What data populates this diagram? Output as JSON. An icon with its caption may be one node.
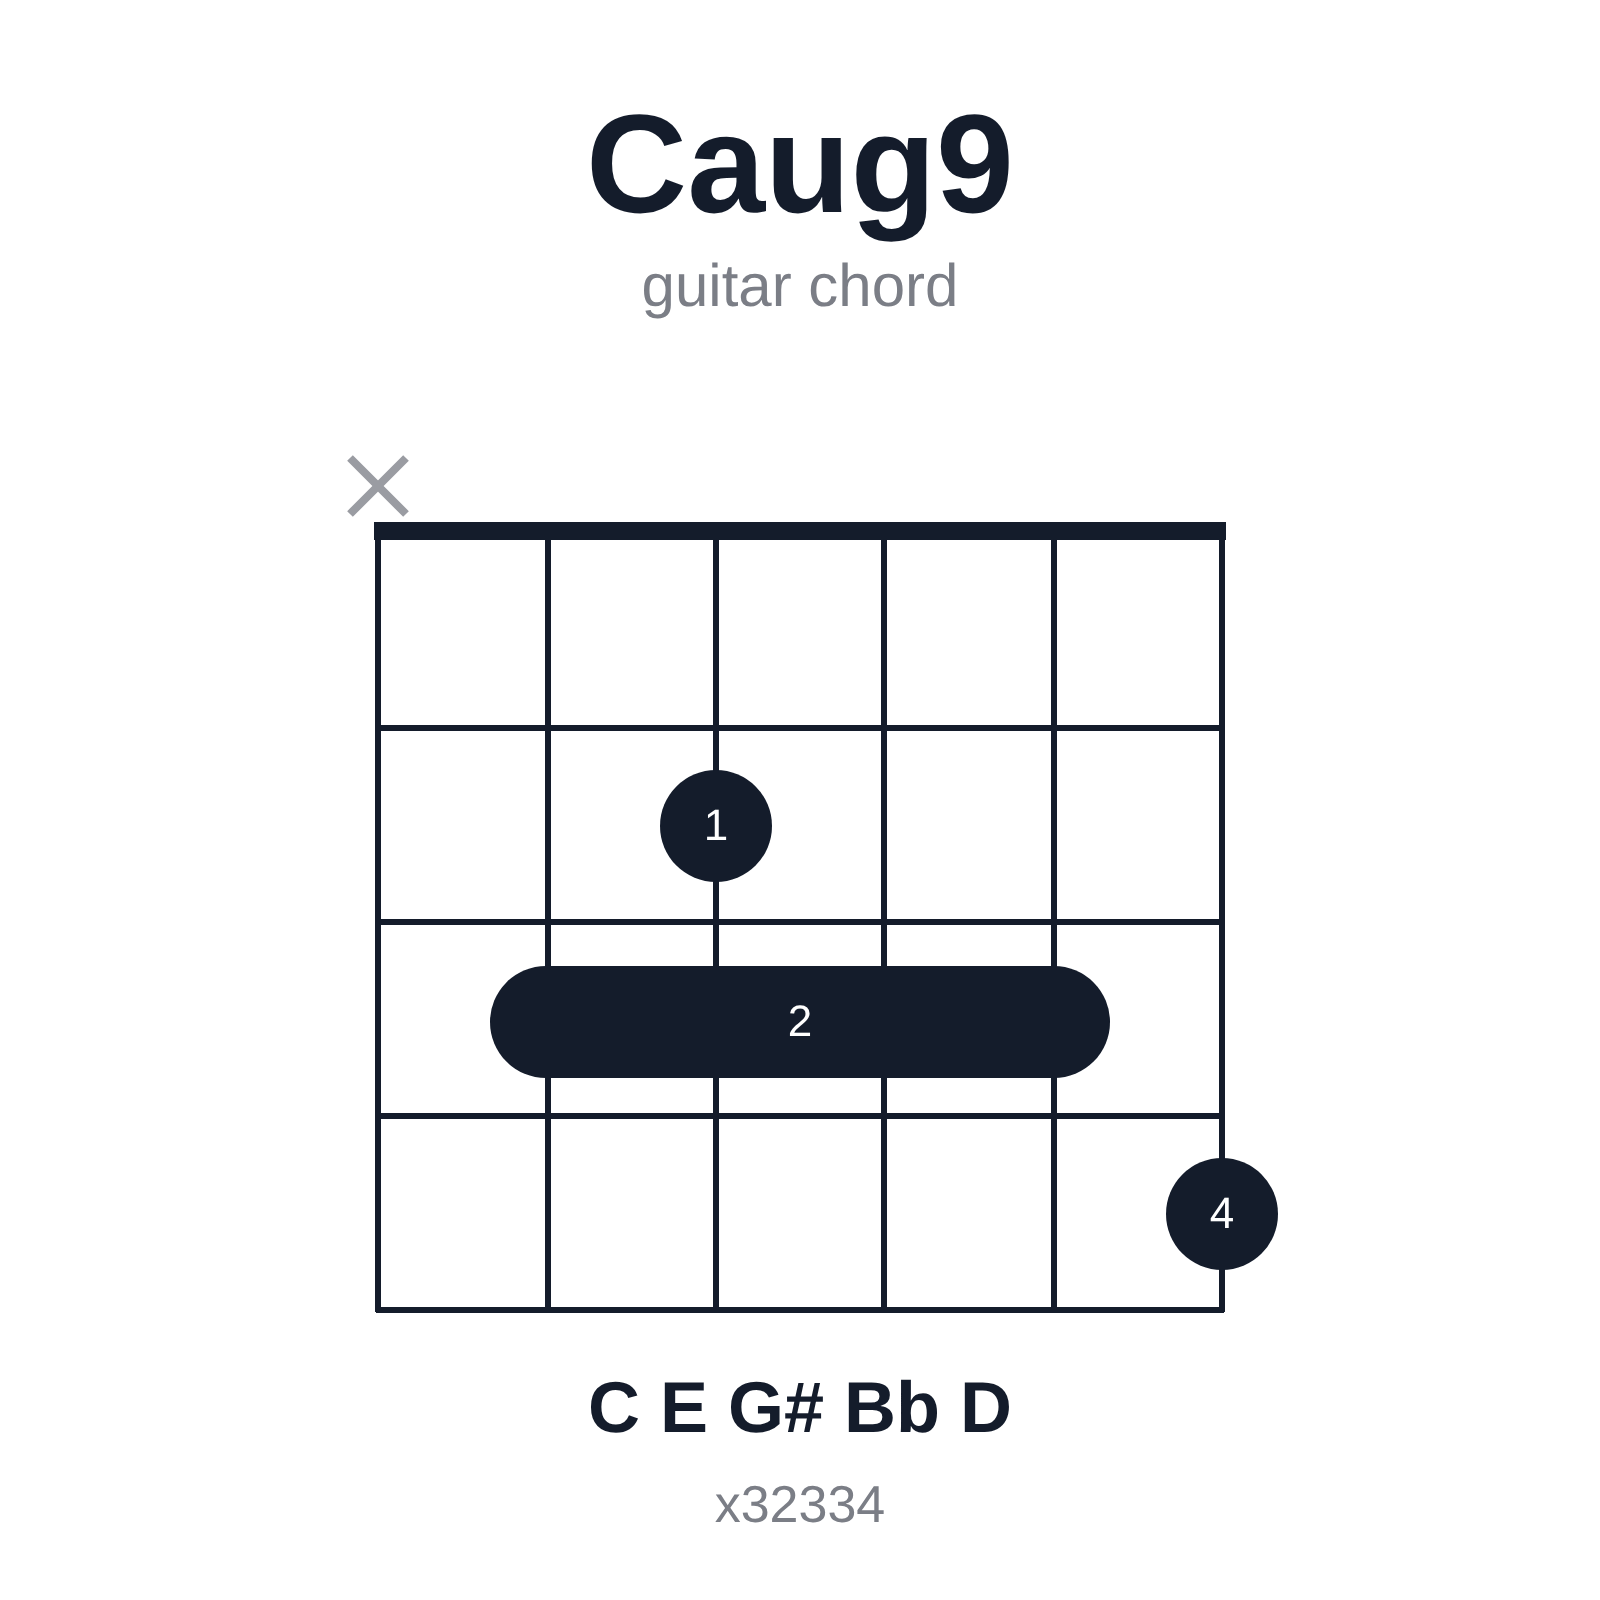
{
  "diagram": {
    "title": "Caug9",
    "nodes": [
      {
        "text": [
          "1"
        ]
      },
      {
        "text": [
          "2"
        ]
      },
      {
        "text": [
          "4"
        ]
      }
    ],
    "labels": [
      "guitar chord",
      "C E G# Bb D",
      "x32334"
    ]
  }
}
